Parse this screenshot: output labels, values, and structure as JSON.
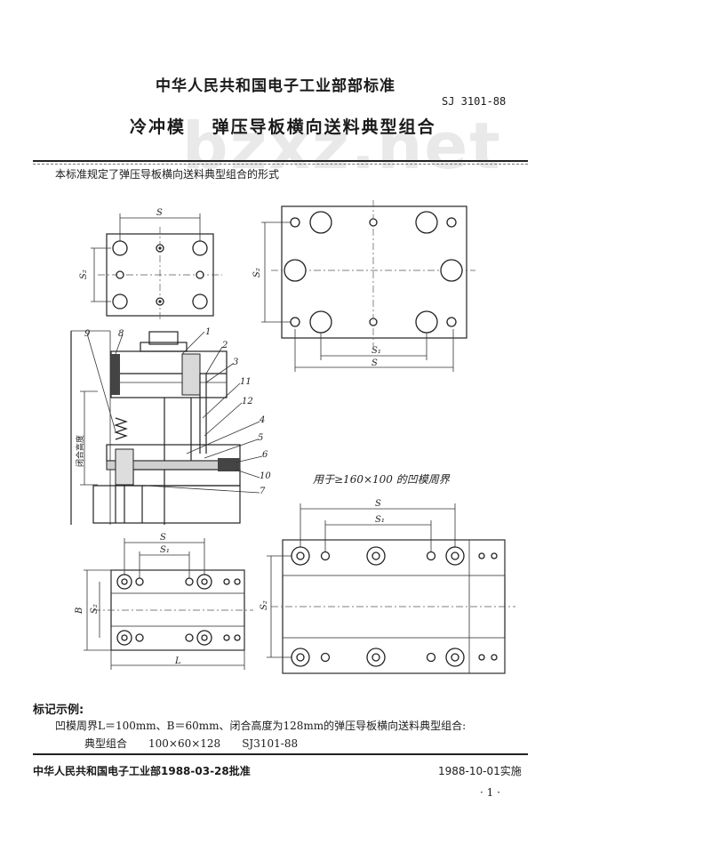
{
  "header": {
    "issuer_title": "中华人民共和国电子工业部部标准",
    "standard_code": "SJ 3101-88",
    "doc_title": "冷冲模　 弹压导板横向送料典型组合",
    "watermark": "bzxz.net"
  },
  "intro_text": "本标准规定了弹压导板横向送料典型组合的形式",
  "drawing": {
    "dim_labels": {
      "s": "S",
      "s1": "S₁",
      "s2": "S₂",
      "b": "B",
      "l": "L"
    },
    "part_numbers": [
      "9",
      "8",
      "1",
      "2",
      "3",
      "11",
      "12",
      "4",
      "5",
      "6",
      "10",
      "7"
    ],
    "side_label": "闭合高度",
    "note": "用于≥160×100 的凹模周界"
  },
  "example": {
    "heading": "标记示例:",
    "line1": "凹模周界L＝100mm、B＝60mm、闭合高度为128mm的弹压导板横向送料典型组合:",
    "line2": "典型组合　　100×60×128　　SJ3101-88"
  },
  "footer": {
    "approval": "中华人民共和国电子工业部1988-03-28批准",
    "effective": "1988-10-01实施",
    "page": "· 1 ·"
  }
}
